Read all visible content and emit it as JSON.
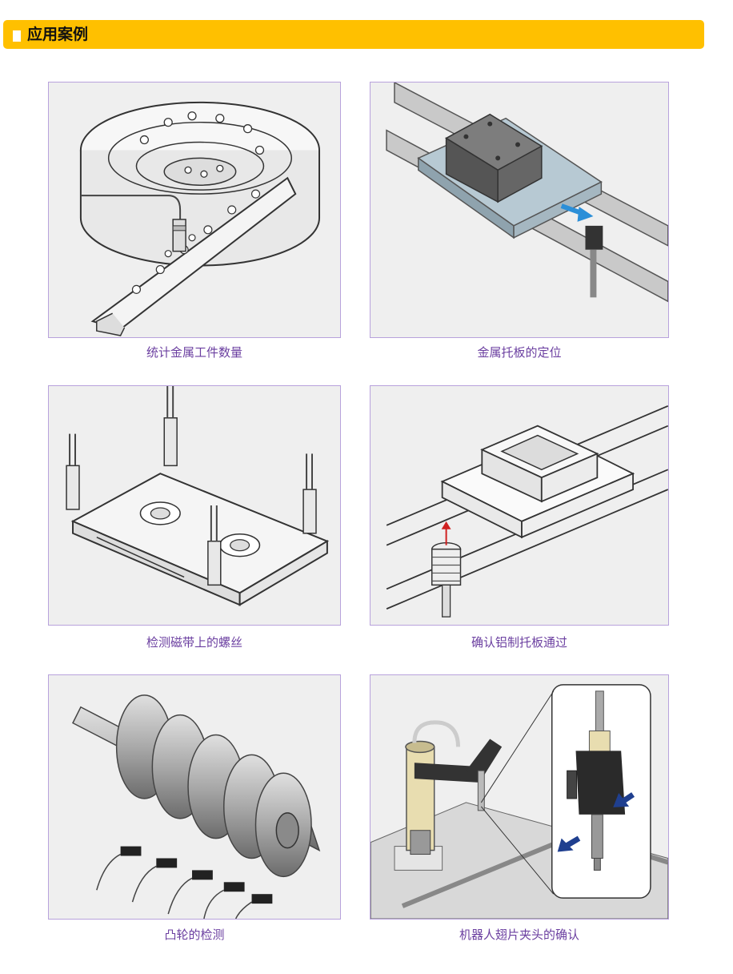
{
  "section": {
    "title": "应用案例"
  },
  "cases": [
    {
      "caption": "统计金属工件数量",
      "icon": "vibratory-bowl-feeder"
    },
    {
      "caption": "金属托板的定位",
      "icon": "pallet-on-conveyor"
    },
    {
      "caption": "检测磁带上的螺丝",
      "icon": "cassette-screws"
    },
    {
      "caption": "确认铝制托板通过",
      "icon": "aluminum-pallet-rail"
    },
    {
      "caption": "凸轮的检测",
      "icon": "cam-shaft"
    },
    {
      "caption": "机器人翅片夹头的确认",
      "icon": "robot-gripper"
    }
  ]
}
